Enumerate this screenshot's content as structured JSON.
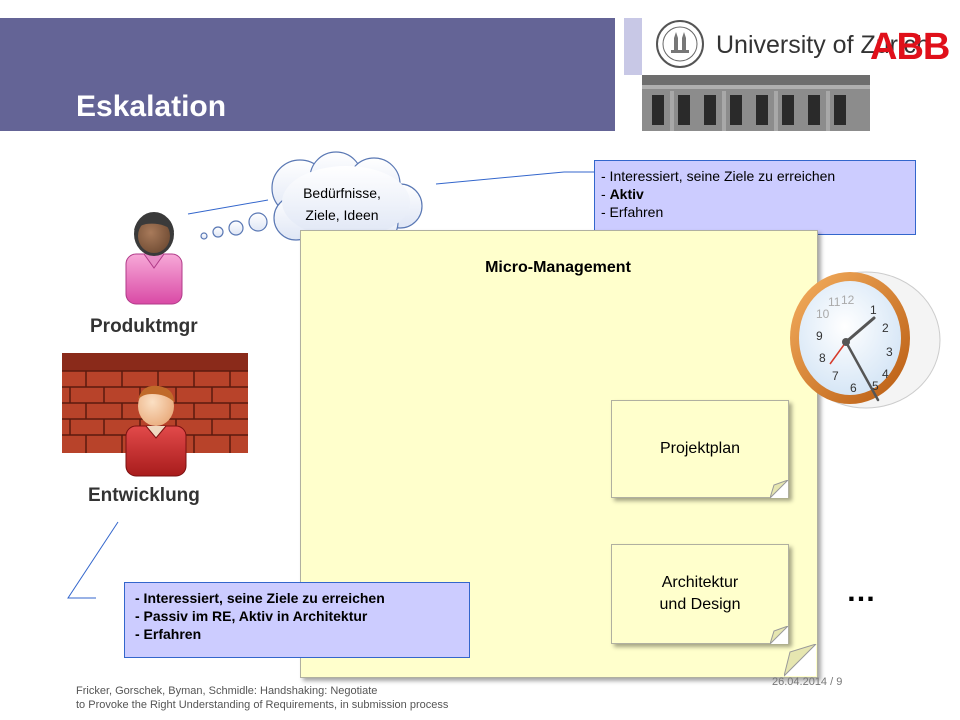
{
  "header": {
    "title": "Eskalation",
    "university": "University of Zurich",
    "company_logo": "ABB",
    "colors": {
      "title_bar": "#646496",
      "accent": "#c8c8e6",
      "abb_red": "#e0101a"
    }
  },
  "thought_bubble": {
    "lines": [
      "Bedürfnisse,",
      "Ziele, Ideen"
    ]
  },
  "product_manager": {
    "label": "Produktmgr",
    "icon": "woman-user-icon",
    "info": [
      "- Interessiert, seine Ziele zu erreichen",
      "- ",
      "Aktiv",
      "- Erfahren"
    ]
  },
  "development": {
    "label": "Entwicklung",
    "icon": "man-user-icon",
    "wall_icon": "brick-wall-icon",
    "info": [
      "- Interessiert, seine Ziele zu erreichen",
      "- Passiv im RE, Aktiv in Architektur",
      "- Erfahren"
    ]
  },
  "micro_management": {
    "title": "Micro-Management",
    "notes": [
      {
        "lines": [
          "Projektplan"
        ]
      },
      {
        "lines": [
          "Architektur",
          "und Design"
        ]
      }
    ]
  },
  "clock_icon": "clock-icon",
  "ellipsis": "…",
  "footer": {
    "citation_line1": "Fricker, Gorschek, Byman, Schmidle: Handshaking: Negotiate",
    "citation_line2": "to Provoke the Right Understanding of Requirements, in submission process",
    "date_page": "26.04.2014  /  9"
  }
}
